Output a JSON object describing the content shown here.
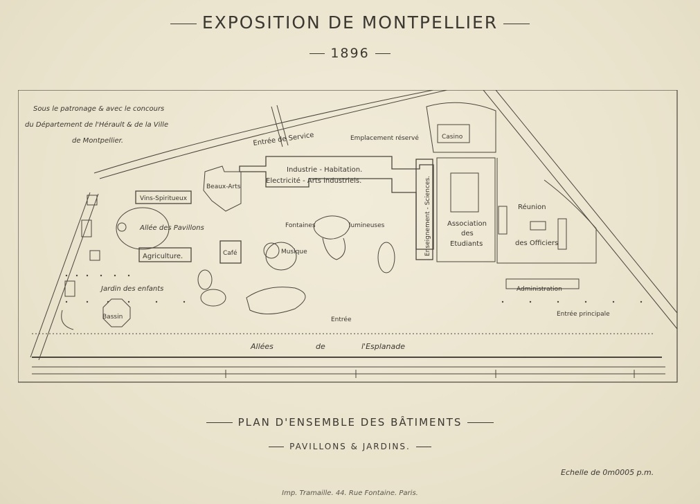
{
  "header": {
    "title": "EXPOSITION DE MONTPELLIER",
    "year": "1896"
  },
  "patronage": {
    "line1": "Sous le patronage & avec le concours",
    "line2": "du Département de l'Hérault & de la Ville",
    "line3": "de Montpellier."
  },
  "labels": {
    "entree_service": "Entrée de Service",
    "emplacement": "Emplacement réservé",
    "casino": "Casino",
    "industrie": "Industrie - Habitation.",
    "electricite": "Electricité - Arts industriels.",
    "enseignement": "Enseignement - Sciences.",
    "beaux_arts": "Beaux-Arts",
    "vins": "Vins-Spiritueux",
    "allee_pavillons": "Allée des Pavillons",
    "fontaines": "Fontaines",
    "lumineuses": "lumineuses",
    "reunion": "Réunion",
    "des_officiers": "des Officiers",
    "association": "Association",
    "des": "des",
    "etudiants": "Etudiants",
    "agriculture": "Agriculture.",
    "cafe": "Café",
    "musique": "Musique",
    "jardin": "Jardin des enfants",
    "administration": "Administration",
    "entree_principale": "Entrée principale",
    "bassin": "Bassin",
    "entree": "Entrée",
    "allees": "Allées",
    "de": "de",
    "esplanade": "l'Esplanade"
  },
  "footer": {
    "plan_title": "PLAN D'ENSEMBLE DES BÂTIMENTS",
    "subtitle": "PAVILLONS & JARDINS.",
    "scale": "Echelle de 0m0005 p.m.",
    "imprint": "Imp. Tramaille. 44. Rue Fontaine. Paris."
  }
}
